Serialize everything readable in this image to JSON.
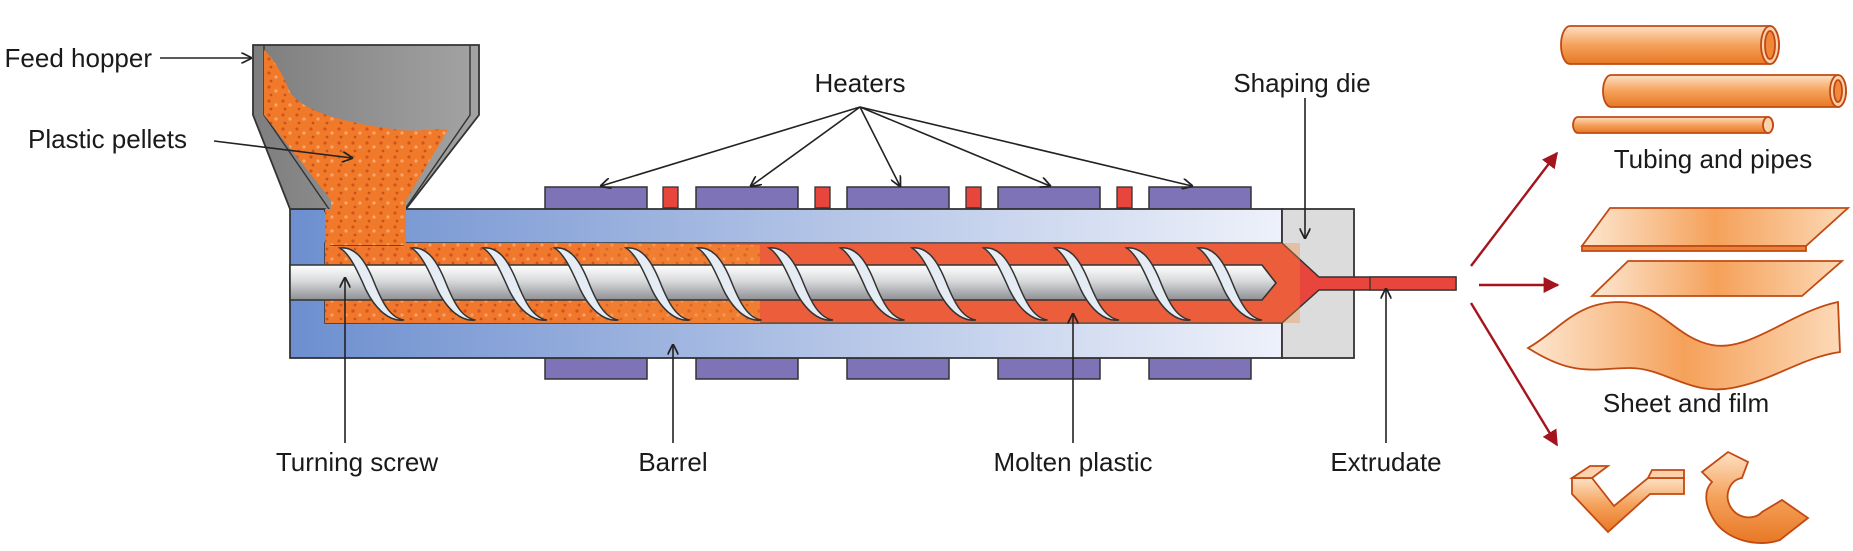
{
  "labels": {
    "feed_hopper": "Feed hopper",
    "plastic_pellets": "Plastic pellets",
    "heaters": "Heaters",
    "shaping_die": "Shaping die",
    "turning_screw": "Turning screw",
    "barrel": "Barrel",
    "molten_plastic": "Molten plastic",
    "extrudate": "Extrudate",
    "tubing_and_pipes": "Tubing and pipes",
    "sheet_and_film": "Sheet and film"
  },
  "colors": {
    "barrel_dark": "#6d8fcf",
    "barrel_light": "#eef1fa",
    "heater": "#7f73b8",
    "heater_connector": "#e8453c",
    "molten": "#e8453c",
    "pellets": "#f07a2a",
    "hopper": "#8d8d8d",
    "die": "#dcdcdc",
    "screw": "#d9dadc",
    "product_orange": "#f5a15a",
    "arrow_red": "#a3141f"
  }
}
